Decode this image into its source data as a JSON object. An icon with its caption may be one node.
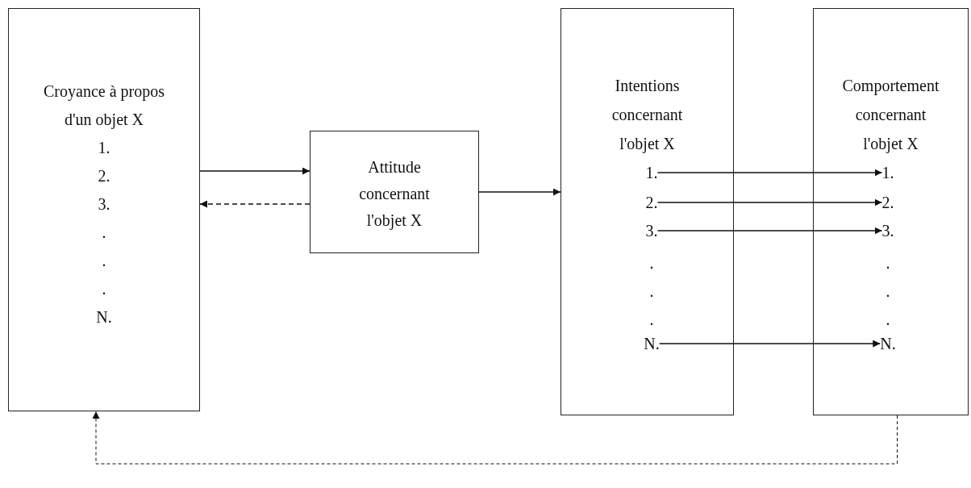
{
  "diagram": {
    "nodes": [
      {
        "text": [
          "Croyance à propos d'un objet X",
          "1.",
          "2.",
          "3.",
          ".",
          ".",
          ".",
          "N."
        ]
      },
      {
        "text": [
          "Attitude concernant l'objet X"
        ]
      },
      {
        "text": [
          "Intentions concernant l'objet X"
        ]
      },
      {
        "text": [
          "1."
        ],
        "in": 2
      },
      {
        "text": [
          "2."
        ],
        "in": 2
      },
      {
        "text": [
          "3."
        ],
        "in": 2
      },
      {
        "text": [
          "."
        ],
        "in": 2
      },
      {
        "text": [
          "."
        ],
        "in": 2
      },
      {
        "text": [
          "."
        ],
        "in": 2
      },
      {
        "text": [
          "N."
        ],
        "in": 2
      },
      {
        "text": [
          "Comportement concernant l'objet X"
        ]
      },
      {
        "text": [
          "1."
        ],
        "in": 10
      },
      {
        "text": [
          "2."
        ],
        "in": 10
      },
      {
        "text": [
          "3."
        ],
        "in": 10
      },
      {
        "text": [
          "."
        ],
        "in": 10
      },
      {
        "text": [
          "."
        ],
        "in": 10
      },
      {
        "text": [
          "."
        ],
        "in": 10
      },
      {
        "text": [
          "N."
        ],
        "in": 10
      }
    ],
    "edges": [
      {
        "from": 0,
        "to": 1,
        "arrow": "to"
      },
      {
        "from": 1,
        "to": 0,
        "arrow": "to",
        "style": "dashed"
      },
      {
        "from": 1,
        "to": 2,
        "arrow": "to"
      },
      {
        "from": 3,
        "to": 11,
        "arrow": "to"
      },
      {
        "from": 4,
        "to": 12,
        "arrow": "to"
      },
      {
        "from": 5,
        "to": 13,
        "arrow": "to"
      },
      {
        "from": 9,
        "to": 17,
        "arrow": "to"
      },
      {
        "from": 10,
        "to": 0,
        "arrow": "to",
        "style": "dashed"
      }
    ]
  }
}
